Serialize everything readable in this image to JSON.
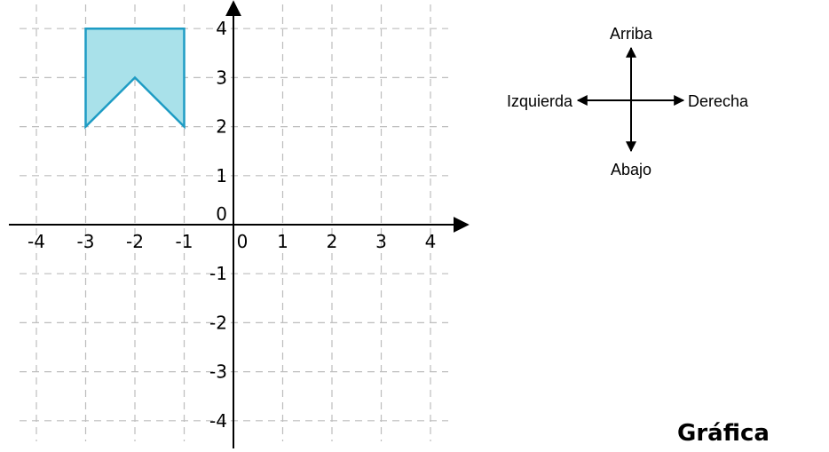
{
  "grid": {
    "x_ticks": [
      -4,
      -3,
      -2,
      -1,
      0,
      1,
      2,
      3,
      4
    ],
    "y_ticks": [
      4,
      3,
      2,
      1,
      0,
      -1,
      -2,
      -3,
      -4
    ],
    "x_tick_labels": [
      "-4",
      "-3",
      "-2",
      "-1",
      "0",
      "1",
      "2",
      "3",
      "4"
    ],
    "y_tick_labels": [
      "4",
      "3",
      "2",
      "1",
      "0",
      "-1",
      "-2",
      "-3",
      "-4"
    ],
    "grid_style": "dashed",
    "grid_color": "#bdbdbd"
  },
  "shape": {
    "vertices": [
      [
        -3,
        4
      ],
      [
        -1,
        4
      ],
      [
        -1,
        2
      ],
      [
        -2,
        3
      ],
      [
        -3,
        2
      ]
    ],
    "fill": "#a9e1ea",
    "stroke": "#1e9cc4"
  },
  "compass": {
    "up": "Arriba",
    "down": "Abajo",
    "left": "Izquierda",
    "right": "Derecha"
  },
  "caption": "Gráfica"
}
